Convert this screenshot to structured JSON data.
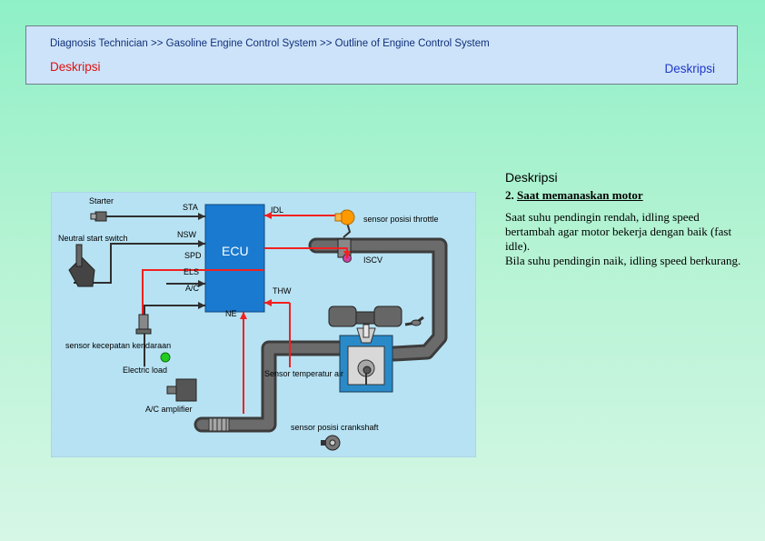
{
  "header": {
    "breadcrumb": "Diagnosis Technician >> Gasoline Engine Control System >> Outline of Engine Control System",
    "title_left": "Deskripsi",
    "title_right": "Deskripsi"
  },
  "diagram": {
    "labels": {
      "starter": "Starter",
      "sta": "STA",
      "idl": "IDL",
      "throttle_sensor": "sensor posisi throttle",
      "neutral_switch": "Neutral start switch",
      "nsw": "NSW",
      "spd": "SPD",
      "ecu": "ECU",
      "iscv": "ISCV",
      "els": "ELS",
      "ac": "A/C",
      "thw": "THW",
      "ne": "NE",
      "speed_sensor": "sensor kecepatan kendaraan",
      "electric_load": "Electric load",
      "temp_sensor": "Sensor temperatur air",
      "ac_amplifier": "A/C amplifier",
      "crank_sensor": "sensor posisi crankshaft"
    },
    "colors": {
      "ecu": "#1a7ad0",
      "signal_line": "#f22020",
      "wire": "#333333",
      "pipe": "#4a4a4a",
      "panel": "#b7e2f3",
      "throttle_sensor": "#ff9900",
      "electric_load_indicator": "#22cc22"
    }
  },
  "description": {
    "heading": "Deskripsi",
    "subheading_num": "2.",
    "subheading": "Saat memanaskan motor",
    "paragraph1": "Saat suhu pendingin rendah, idling speed bertambah agar motor bekerja dengan baik (fast idle).",
    "paragraph2": "Bila suhu pendingin naik, idling speed berkurang."
  }
}
